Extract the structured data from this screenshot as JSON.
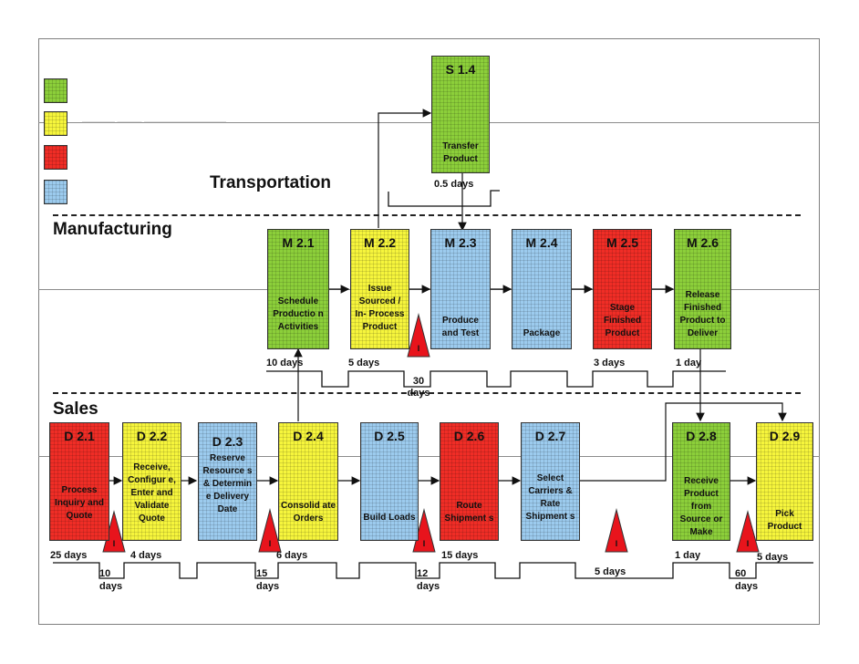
{
  "legend": [
    {
      "color": "#8ccf3a",
      "label": ""
    },
    {
      "color": "#f6f53c",
      "label": "———— ——— ——————————"
    },
    {
      "color": "#f02d26",
      "label": ""
    },
    {
      "color": "#9ccbee",
      "label": ""
    }
  ],
  "sections": {
    "transportation": "Transportation",
    "manufacturing": "Manufacturing",
    "sales": "Sales"
  },
  "transportation_steps": [
    {
      "code": "S 1.4",
      "label": "Transfer Product",
      "color": "green"
    }
  ],
  "manufacturing_steps": [
    {
      "code": "M 2.1",
      "label": "Schedule Productio n Activities",
      "color": "green"
    },
    {
      "code": "M 2.2",
      "label": "Issue Sourced / In- Process Product",
      "color": "yellow"
    },
    {
      "code": "M 2.3",
      "label": "Produce and Test",
      "color": "blue"
    },
    {
      "code": "M 2.4",
      "label": "Package",
      "color": "blue"
    },
    {
      "code": "M 2.5",
      "label": "Stage Finished Product",
      "color": "red"
    },
    {
      "code": "M 2.6",
      "label": "Release Finished Product to Deliver",
      "color": "green"
    }
  ],
  "sales_steps": [
    {
      "code": "D 2.1",
      "label": "Process Inquiry and Quote",
      "color": "red"
    },
    {
      "code": "D 2.2",
      "label": "Receive, Configur e, Enter and Validate Quote",
      "color": "yellow"
    },
    {
      "code": "D 2.3",
      "label": "Reserve Resource s & Determin e Delivery Date",
      "color": "blue"
    },
    {
      "code": "D 2.4",
      "label": "Consolid ate Orders",
      "color": "yellow"
    },
    {
      "code": "D 2.5",
      "label": "Build Loads",
      "color": "blue"
    },
    {
      "code": "D 2.6",
      "label": "Route Shipment s",
      "color": "red"
    },
    {
      "code": "D 2.7",
      "label": "Select Carriers & Rate Shipment s",
      "color": "blue"
    },
    {
      "code": "D 2.8",
      "label": "Receive Product from Source or Make",
      "color": "green"
    },
    {
      "code": "D 2.9",
      "label": "Pick Product",
      "color": "yellow"
    }
  ],
  "inventory_marker": "I",
  "timeline": {
    "transportation": {
      "process_time": "0.5 days"
    },
    "manufacturing": {
      "process_times": [
        "10 days",
        "5 days",
        "3 days",
        "1 day"
      ],
      "wait_times": [
        "30 days"
      ]
    },
    "sales": {
      "process_times": [
        "25 days",
        "4 days",
        "6 days",
        "15 days",
        "1 day",
        "5 days"
      ],
      "wait_times": [
        "10 days",
        "15 days",
        "12 days",
        "5 days",
        "60 days"
      ]
    }
  }
}
